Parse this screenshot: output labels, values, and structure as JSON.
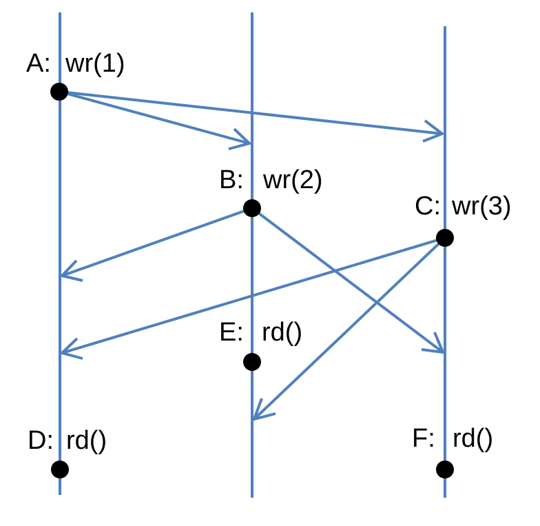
{
  "colors": {
    "line": "#4F81BD",
    "event": "#000000",
    "background": "#ffffff"
  },
  "events": [
    {
      "id": "A",
      "prefix": "A:",
      "op": "wr(1)"
    },
    {
      "id": "B",
      "prefix": "B:",
      "op": "wr(2)"
    },
    {
      "id": "C",
      "prefix": "C:",
      "op": "wr(3)"
    },
    {
      "id": "D",
      "prefix": "D:",
      "op": "rd()"
    },
    {
      "id": "E",
      "prefix": "E:",
      "op": "rd()"
    },
    {
      "id": "F",
      "prefix": "F:",
      "op": "rd()"
    }
  ],
  "messages": [
    {
      "from": "A",
      "to": "process-2"
    },
    {
      "from": "A",
      "to": "process-3"
    },
    {
      "from": "B",
      "to": "process-1"
    },
    {
      "from": "B",
      "to": "process-3"
    },
    {
      "from": "C",
      "to": "process-1"
    },
    {
      "from": "C",
      "to": "process-2"
    }
  ]
}
